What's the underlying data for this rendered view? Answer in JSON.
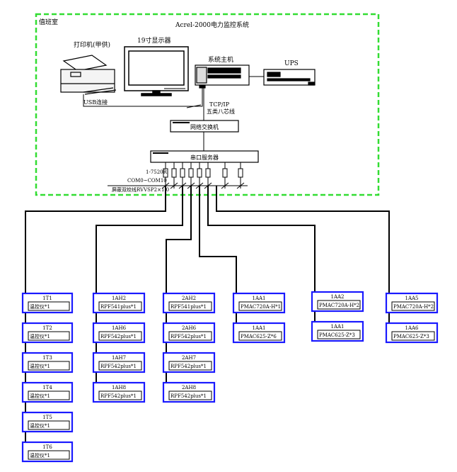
{
  "room_label": "值班室",
  "system_title": "Acrel-2000电力监控系统",
  "devices": {
    "printer": "打印机(甲供)",
    "monitor": "19寸显示器",
    "host": "系统主机",
    "ups": "UPS"
  },
  "links": {
    "usb": "USB连接",
    "tcpip": "TCP/IP",
    "cat5": "五类八芯线",
    "com": "COM0~COM10",
    "bus": "屏蔽双绞线RVVSP2×1.0"
  },
  "network": {
    "switch": "网络交换机",
    "serial_server": "串口服务器",
    "converter": "1-7520R"
  },
  "colors": {
    "room_border": "#33dd33",
    "module_border": "#1a1aff",
    "line": "#000000"
  },
  "columns": [
    {
      "units": [
        {
          "title": "1T1",
          "body": "温控仪*1"
        },
        {
          "title": "1T2",
          "body": "温控仪*1"
        },
        {
          "title": "1T3",
          "body": "温控仪*1"
        },
        {
          "title": "1T4",
          "body": "温控仪*1"
        },
        {
          "title": "1T5",
          "body": "温控仪*1"
        },
        {
          "title": "1T6",
          "body": "温控仪*1"
        }
      ]
    },
    {
      "units": [
        {
          "title": "1AH2",
          "body": "RPF541plus*1"
        },
        {
          "title": "1AH6",
          "body": "RPF542plus*1"
        },
        {
          "title": "1AH7",
          "body": "RPF542plus*1"
        },
        {
          "title": "1AH8",
          "body": "RPF542plus*1"
        }
      ]
    },
    {
      "units": [
        {
          "title": "2AH2",
          "body": "RPF541plus*1"
        },
        {
          "title": "2AH6",
          "body": "RPF542plus*1"
        },
        {
          "title": "2AH7",
          "body": "RPF542plus*1"
        },
        {
          "title": "2AH8",
          "body": "RPF542plus*1"
        }
      ]
    },
    {
      "units": [
        {
          "title": "1AA1",
          "body": "PMAC720A-H*1"
        },
        {
          "title": "1AA1",
          "body": "PMAC625-Z*6"
        }
      ]
    },
    {
      "units": [
        {
          "title": "1AA2",
          "body": "PMAC720A-H*2"
        },
        {
          "title": "1AA1",
          "body": "PMAC625-Z*3"
        }
      ]
    },
    {
      "units": [
        {
          "title": "1AA5",
          "body": "PMAC720A-H*2"
        },
        {
          "title": "1AA6",
          "body": "PMAC625-Z*3"
        }
      ]
    }
  ]
}
